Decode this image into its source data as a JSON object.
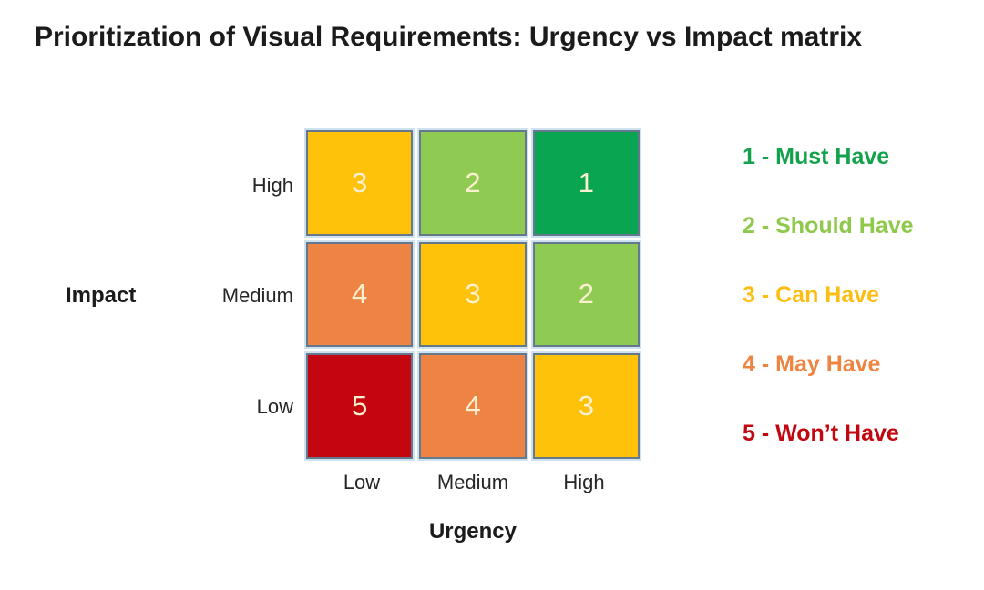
{
  "title": "Prioritization of Visual Requirements: Urgency vs Impact matrix",
  "matrix": {
    "row_axis_label": "Impact",
    "col_axis_label": "Urgency",
    "row_labels": [
      "High",
      "Medium",
      "Low"
    ],
    "col_labels": [
      "Low",
      "Medium",
      "High"
    ],
    "cells": [
      {
        "row": "High",
        "col": "Low",
        "value": "3",
        "color": "#fec20b"
      },
      {
        "row": "High",
        "col": "Medium",
        "value": "2",
        "color": "#8fca52"
      },
      {
        "row": "High",
        "col": "High",
        "value": "1",
        "color": "#0aa551"
      },
      {
        "row": "Medium",
        "col": "Low",
        "value": "4",
        "color": "#ee8443"
      },
      {
        "row": "Medium",
        "col": "Medium",
        "value": "3",
        "color": "#fec20b"
      },
      {
        "row": "Medium",
        "col": "High",
        "value": "2",
        "color": "#8fca52"
      },
      {
        "row": "Low",
        "col": "Low",
        "value": "5",
        "color": "#c3060f"
      },
      {
        "row": "Low",
        "col": "Medium",
        "value": "4",
        "color": "#ee8443"
      },
      {
        "row": "Low",
        "col": "High",
        "value": "3",
        "color": "#fec20b"
      }
    ],
    "cell_border_color": "#64798e",
    "cell_outline_color": "#cfe2f0",
    "cell_number_color": "#fbf0cf"
  },
  "legend": [
    {
      "label": "1 - Must Have",
      "color": "#12a24b"
    },
    {
      "label": "2 - Should Have",
      "color": "#8fc94c"
    },
    {
      "label": "3 - Can Have",
      "color": "#fdbe14"
    },
    {
      "label": "4 - May Have",
      "color": "#ee8440"
    },
    {
      "label": "5 - Won’t Have",
      "color": "#c30711"
    }
  ]
}
